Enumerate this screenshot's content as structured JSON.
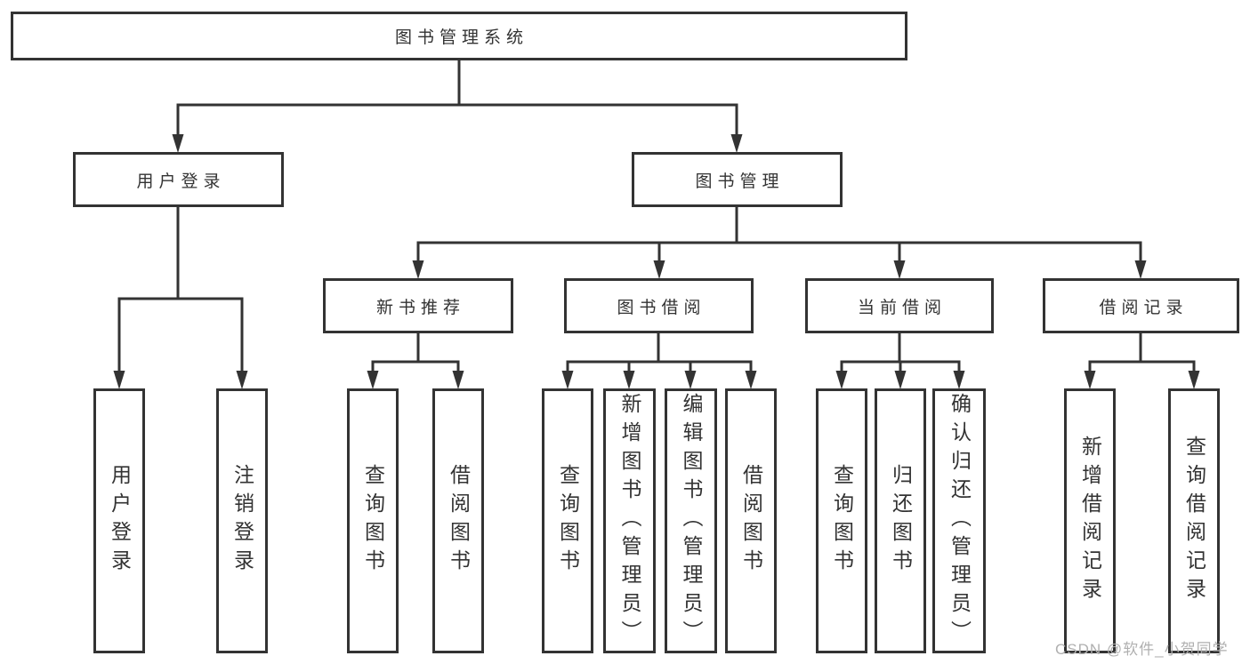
{
  "diagram": {
    "title": "图书管理系统",
    "nodes": {
      "root": "图书管理系统",
      "user_login": "用户登录",
      "book_management": "图书管理",
      "new_book_recommendation": "新书推荐",
      "book_borrowing": "图书借阅",
      "current_borrowing": "当前借阅",
      "borrowing_records": "借阅记录",
      "leaf_user_login": "用户登录",
      "leaf_logout": "注销登录",
      "leaf_nb_query_books": "查询图书",
      "leaf_nb_borrow_books": "借阅图书",
      "leaf_bb_query_books": "查询图书",
      "leaf_bb_add_books_admin": "新增图书（管理员）",
      "leaf_bb_edit_books_admin": "编辑图书（管理员）",
      "leaf_bb_borrow_books": "借阅图书",
      "leaf_cb_query_books": "查询图书",
      "leaf_cb_return_books": "归还图书",
      "leaf_cb_confirm_return_admin": "确认归还（管理员）",
      "leaf_br_add_record": "新增借阅记录",
      "leaf_br_query_record": "查询借阅记录"
    }
  },
  "watermark": "CSDN @软件_小贺同学",
  "colors": {
    "line": "#333333",
    "text": "#333333",
    "background": "#ffffff",
    "watermark": "#b0b0b0"
  }
}
